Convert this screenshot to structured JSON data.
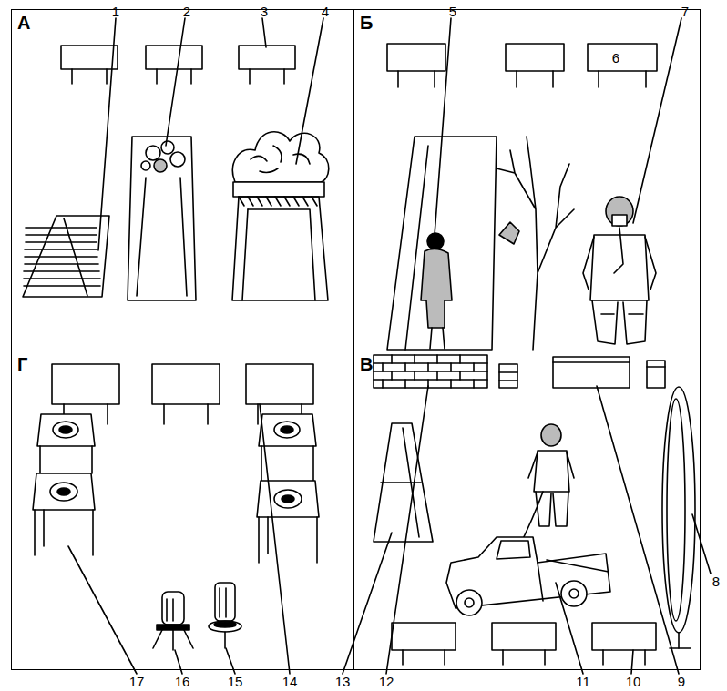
{
  "diagram": {
    "nodes": [
      {
        "text": [
          "А"
        ]
      },
      {
        "text": [
          "Б"
        ]
      },
      {
        "text": [
          "Г"
        ]
      },
      {
        "text": [
          "В"
        ]
      }
    ],
    "labels": [
      "1",
      "2",
      "3",
      "4",
      "5",
      "6",
      "7",
      "8",
      "9",
      "10",
      "11",
      "12",
      "13",
      "14",
      "15",
      "16",
      "17"
    ]
  }
}
